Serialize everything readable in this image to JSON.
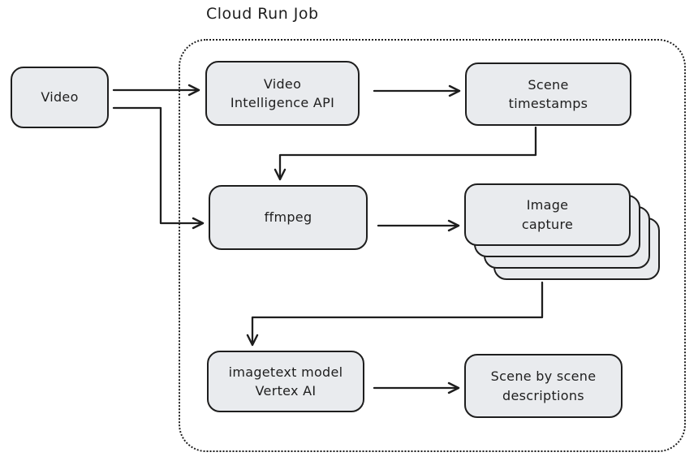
{
  "diagram": {
    "title": "Cloud Run Job",
    "nodes": {
      "video": {
        "lines": [
          "Video"
        ]
      },
      "video_intelligence_api": {
        "lines": [
          "Video",
          "Intelligence API"
        ]
      },
      "scene_timestamps": {
        "lines": [
          "Scene",
          "timestamps"
        ]
      },
      "ffmpeg": {
        "lines": [
          "ffmpeg"
        ]
      },
      "image_capture": {
        "lines": [
          "Image",
          "capture"
        ],
        "stack_count": 4
      },
      "imagetext_model": {
        "lines": [
          "imagetext model",
          "Vertex AI"
        ]
      },
      "scene_descriptions": {
        "lines": [
          "Scene by scene",
          "descriptions"
        ]
      }
    },
    "edges": [
      {
        "from": "video",
        "to": "video_intelligence_api"
      },
      {
        "from": "video",
        "to": "ffmpeg"
      },
      {
        "from": "video_intelligence_api",
        "to": "scene_timestamps"
      },
      {
        "from": "scene_timestamps",
        "to": "ffmpeg"
      },
      {
        "from": "ffmpeg",
        "to": "image_capture"
      },
      {
        "from": "image_capture",
        "to": "imagetext_model"
      },
      {
        "from": "imagetext_model",
        "to": "scene_descriptions"
      }
    ],
    "colors": {
      "stroke": "#1e1e1e",
      "node_fill": "#e9ebee",
      "background": "#ffffff"
    }
  }
}
